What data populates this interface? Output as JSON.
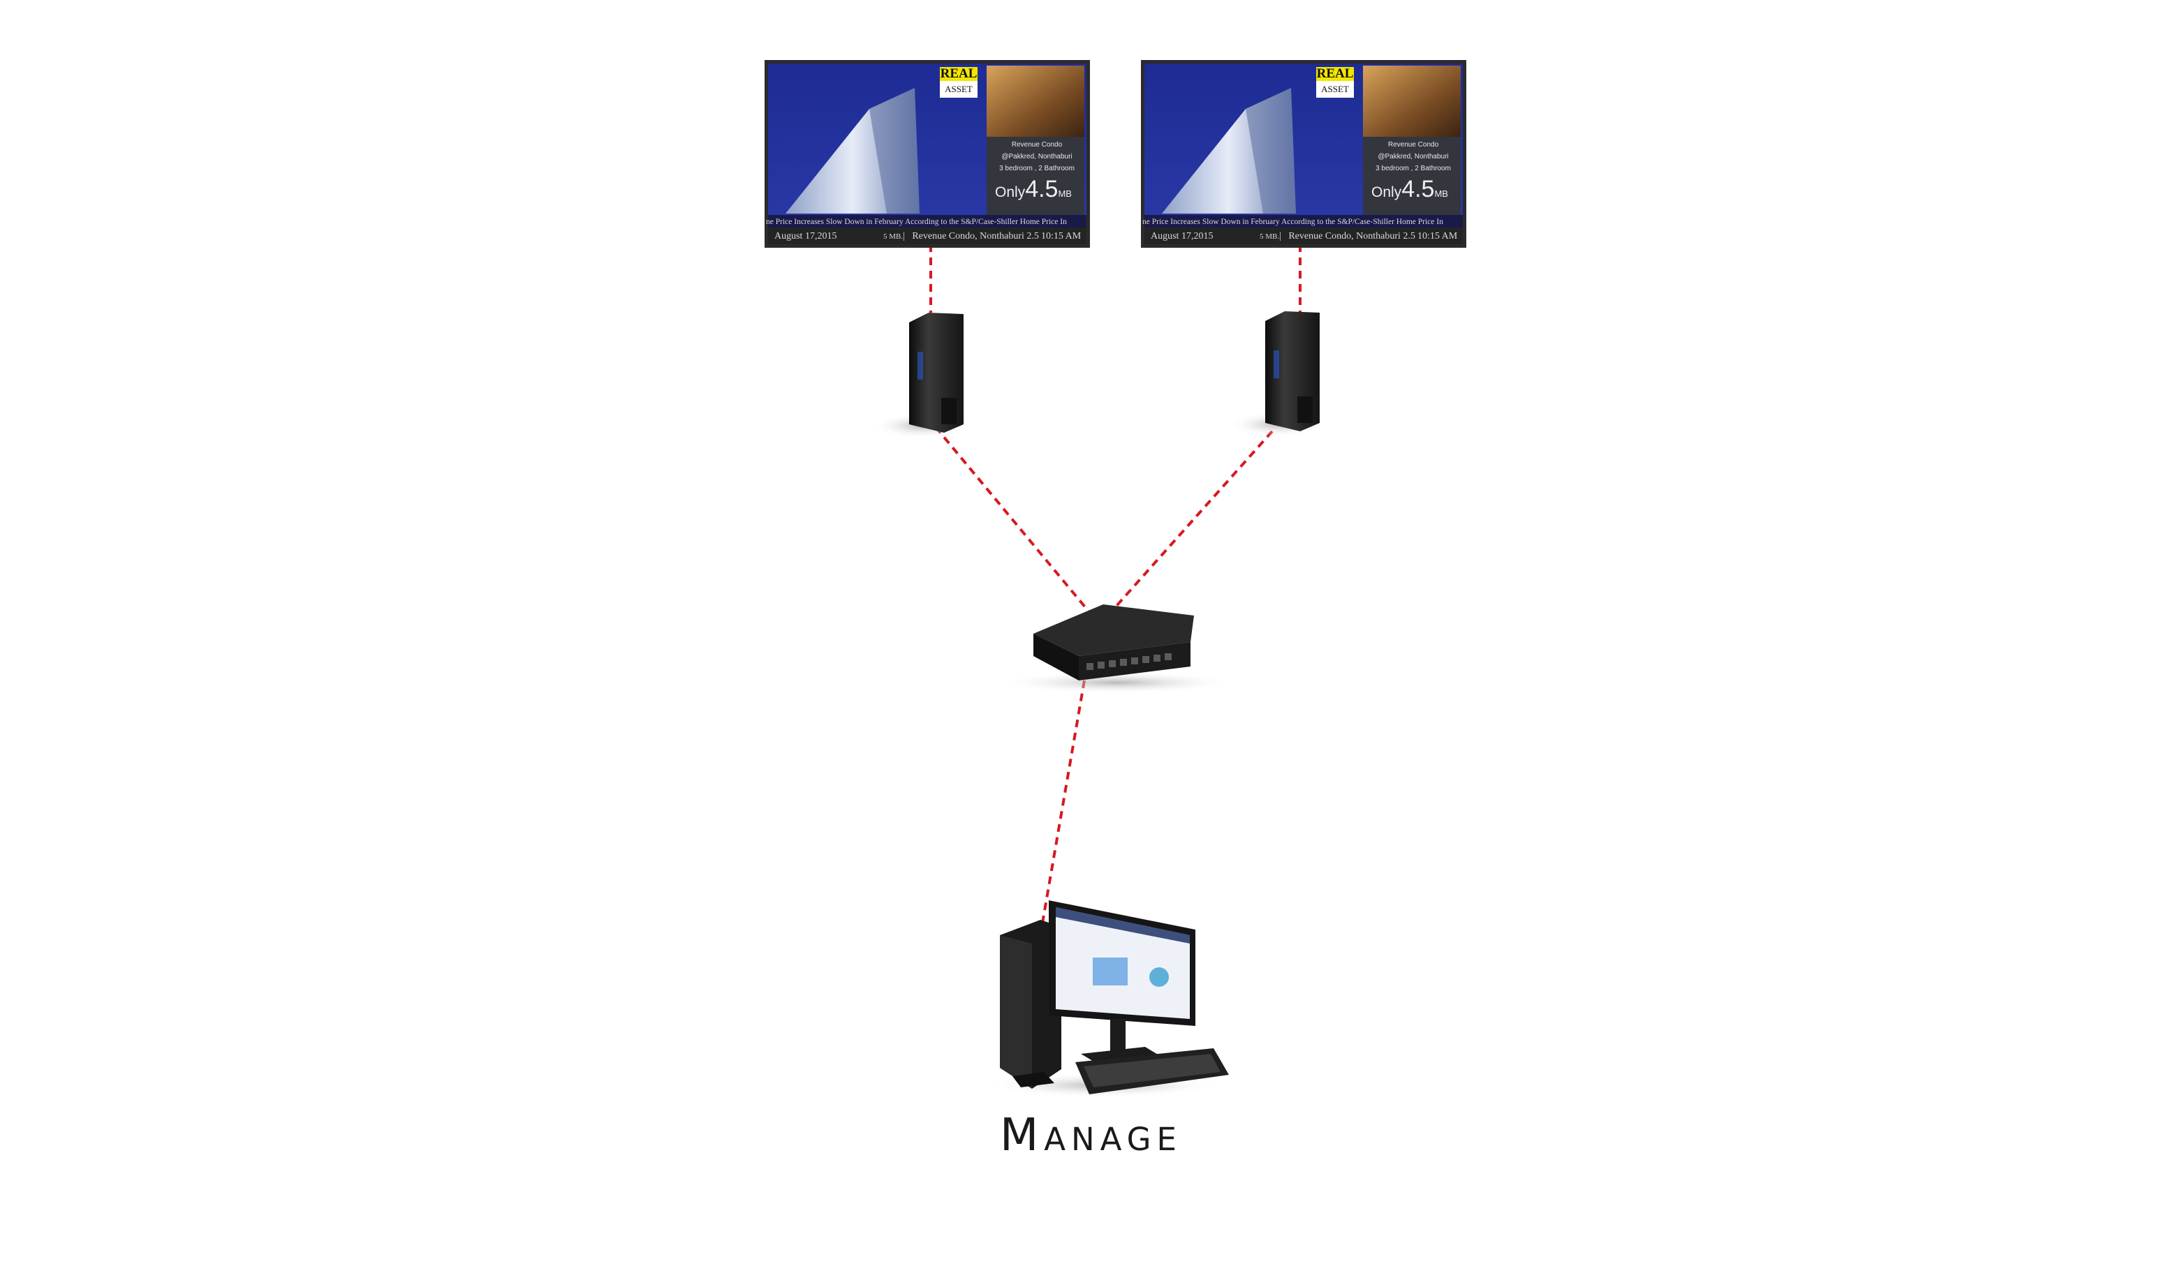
{
  "signage": {
    "logo_top": "REAL",
    "logo_bottom": "ASSET",
    "info_line1": "Revenue Condo",
    "info_line2": "@Pakkred, Nonthaburi",
    "info_line3": "3 bedroom , 2 Bathroom",
    "price_prefix": "Only",
    "price_value": "4.5",
    "price_unit": "MB",
    "ticker": "ne Price Increases Slow Down in February According to the S&P/Case-Shiller Home Price In",
    "footer_date": "August 17,2015",
    "footer_price": "5 MB.",
    "footer_separator": "|",
    "footer_location": "Revenue Condo, Nonthaburi 2.5",
    "footer_time": "10:15 AM"
  },
  "diagram": {
    "label": "Manage",
    "link_color": "#d71920",
    "screen_bezel_color": "#2b2b2b",
    "screen_bg_color": "#1f2a8c"
  },
  "icons": {
    "screens": "digital-signage-screen-icon",
    "players": "media-player-box-icon",
    "switch": "network-switch-icon",
    "computer": "desktop-computer-icon"
  }
}
